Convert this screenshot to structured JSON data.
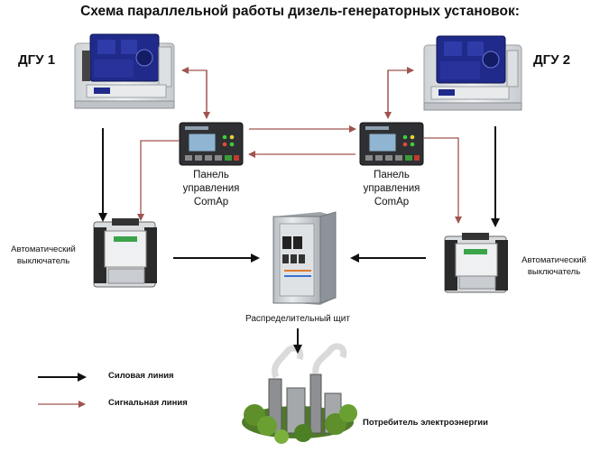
{
  "title": "Схема параллельной работы дизель-генераторных установок:",
  "generator_left": {
    "label": "ДГУ 1"
  },
  "generator_right": {
    "label": "ДГУ 2"
  },
  "panel_left": {
    "label_line1": "Панель",
    "label_line2": "управления",
    "label_line3": "ComAp"
  },
  "panel_right": {
    "label_line1": "Панель",
    "label_line2": "управления",
    "label_line3": "ComAp"
  },
  "breaker_left": {
    "label_line1": "Автоматический",
    "label_line2": "выключатель"
  },
  "breaker_right": {
    "label_line1": "Автоматический",
    "label_line2": "выключатель"
  },
  "switchboard": {
    "label": "Распределительный  щит"
  },
  "consumer": {
    "label": "Потребитель электроэнергии"
  },
  "legend": {
    "power_line": "Силовая линия",
    "signal_line": "Сигнальная линия"
  },
  "colors": {
    "power": "#111111",
    "signal": "#a0544f",
    "engine": "#1f2a8a",
    "enclosure": "#e4e6e8"
  }
}
